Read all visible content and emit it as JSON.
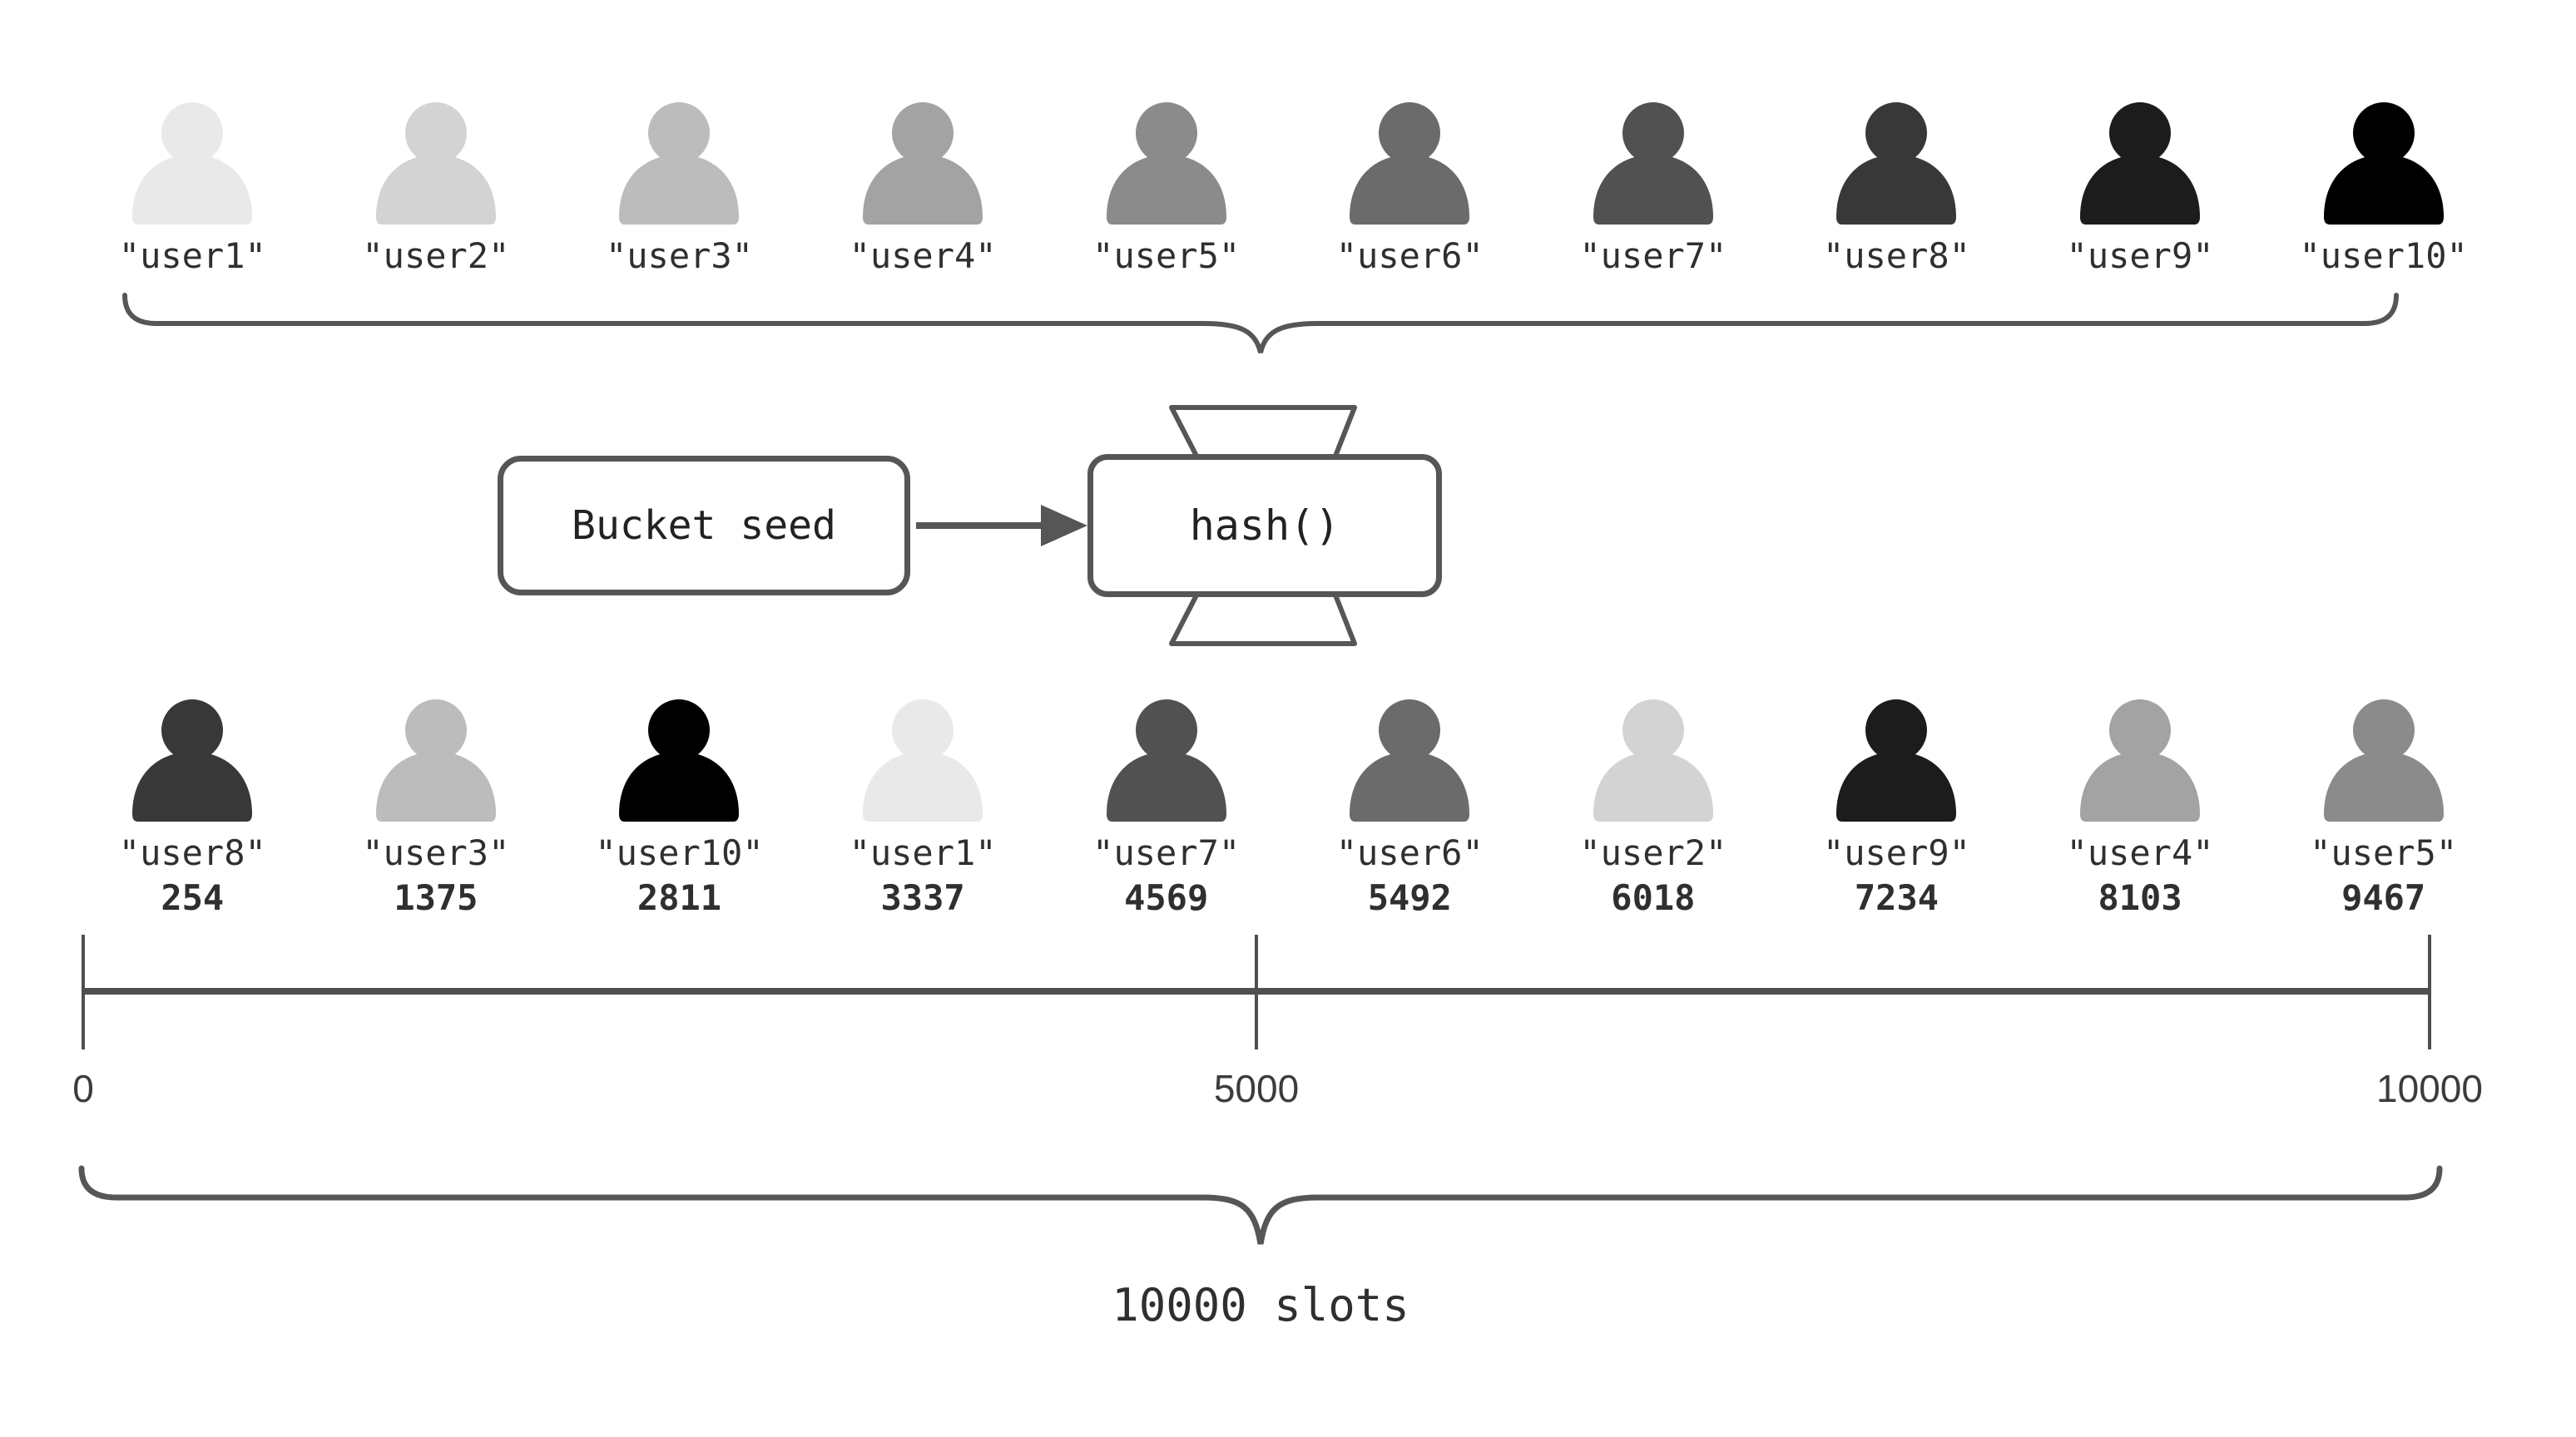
{
  "input_row": {
    "users": [
      {
        "label": "\"user1\"",
        "color": "#e9e9e9"
      },
      {
        "label": "\"user2\"",
        "color": "#d3d3d3"
      },
      {
        "label": "\"user3\"",
        "color": "#bcbcbc"
      },
      {
        "label": "\"user4\"",
        "color": "#a3a3a3"
      },
      {
        "label": "\"user5\"",
        "color": "#8b8b8b"
      },
      {
        "label": "\"user6\"",
        "color": "#6b6b6b"
      },
      {
        "label": "\"user7\"",
        "color": "#515151"
      },
      {
        "label": "\"user8\"",
        "color": "#383838"
      },
      {
        "label": "\"user9\"",
        "color": "#1c1c1c"
      },
      {
        "label": "\"user10\"",
        "color": "#000000"
      }
    ]
  },
  "pipeline": {
    "seed_label": "Bucket seed",
    "hash_label": "hash()"
  },
  "output_row": {
    "users": [
      {
        "label": "\"user8\"",
        "value": "254",
        "color": "#383838"
      },
      {
        "label": "\"user3\"",
        "value": "1375",
        "color": "#bcbcbc"
      },
      {
        "label": "\"user10\"",
        "value": "2811",
        "color": "#000000"
      },
      {
        "label": "\"user1\"",
        "value": "3337",
        "color": "#e9e9e9"
      },
      {
        "label": "\"user7\"",
        "value": "4569",
        "color": "#515151"
      },
      {
        "label": "\"user6\"",
        "value": "5492",
        "color": "#6b6b6b"
      },
      {
        "label": "\"user2\"",
        "value": "6018",
        "color": "#d3d3d3"
      },
      {
        "label": "\"user9\"",
        "value": "7234",
        "color": "#1c1c1c"
      },
      {
        "label": "\"user4\"",
        "value": "8103",
        "color": "#a3a3a3"
      },
      {
        "label": "\"user5\"",
        "value": "9467",
        "color": "#8b8b8b"
      }
    ]
  },
  "axis": {
    "tick_labels": [
      "0",
      "5000",
      "10000"
    ]
  },
  "slots": {
    "label": "10000 slots"
  },
  "colors": {
    "stroke": "#565656",
    "axis_line": "#4f4f4f",
    "text": "#2f2f2f"
  }
}
